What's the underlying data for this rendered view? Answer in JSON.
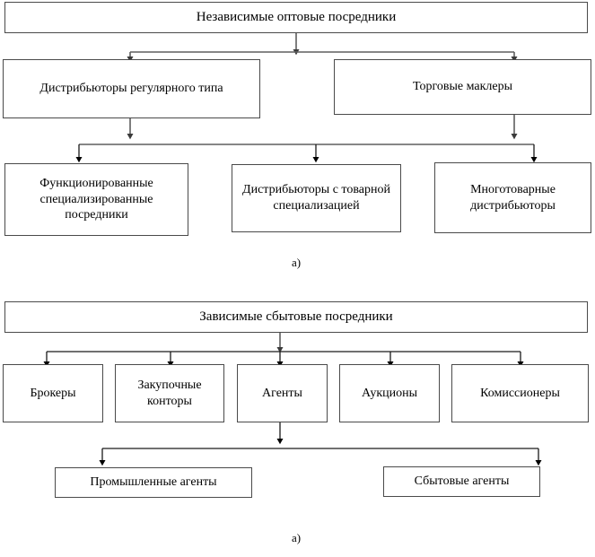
{
  "document": {
    "type": "organizational-flow-diagram",
    "language": "ru",
    "background_color": "#ffffff",
    "box_border_color": "#4a4a4a",
    "connector_color": "#5e5e5e",
    "text_color": "#000000"
  },
  "diagram_a": {
    "caption": "а)",
    "root": {
      "label": "Независимые оптовые посредники"
    },
    "level2": [
      {
        "label": "Дистрибьюторы регулярного типа"
      },
      {
        "label": "Торговые маклеры"
      }
    ],
    "level3": [
      {
        "label": "Функционированные специализированные посредники"
      },
      {
        "label": "Дистрибьюторы с товарной специализацией"
      },
      {
        "label": "Многотоварные дистрибьюторы"
      }
    ]
  },
  "diagram_b": {
    "caption": "а)",
    "root": {
      "label": "Зависимые сбытовые посредники"
    },
    "level2": [
      {
        "label": "Брокеры"
      },
      {
        "label": "Закупочные конторы"
      },
      {
        "label": "Агенты"
      },
      {
        "label": "Аукционы"
      },
      {
        "label": "Комиссионеры"
      }
    ],
    "level3": [
      {
        "label": "Промышленные агенты"
      },
      {
        "label": "Сбытовые агенты"
      }
    ]
  }
}
